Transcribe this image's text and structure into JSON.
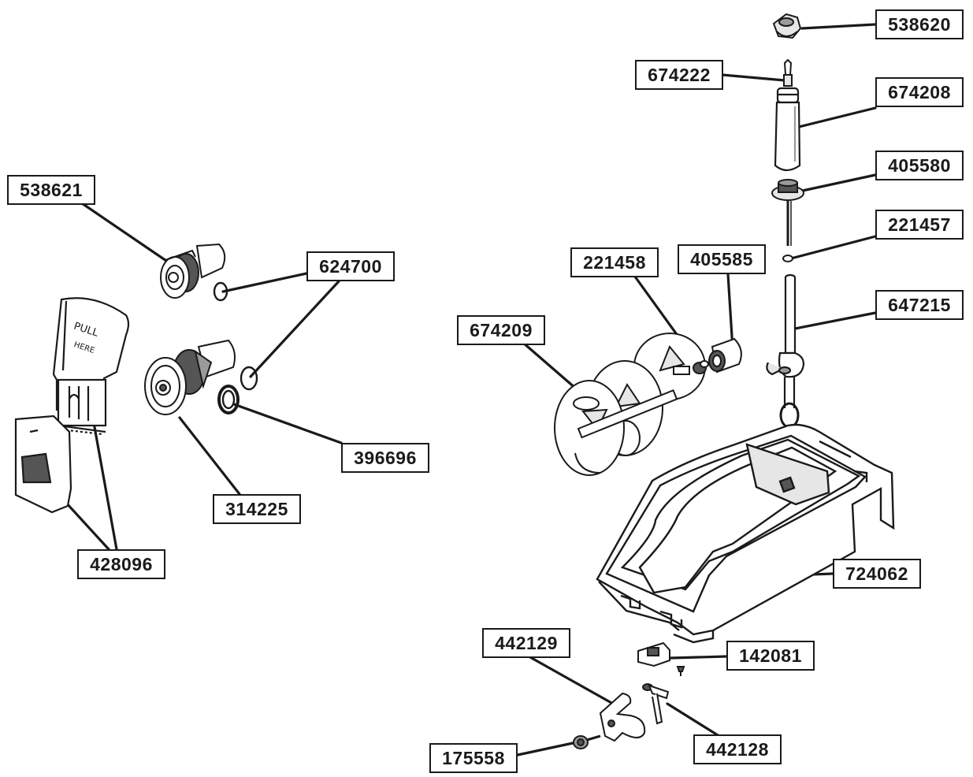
{
  "colors": {
    "ink": "#1a1a1a",
    "shade": "#9a9a9a",
    "light": "#d9d9d9",
    "paper": "#ffffff"
  },
  "parts": {
    "p538620": "538620",
    "p674222": "674222",
    "p674208": "674208",
    "p405580": "405580",
    "p221457": "221457",
    "p647215": "647215",
    "p405585": "405585",
    "p221458": "221458",
    "p674209": "674209",
    "p538621": "538621",
    "p624700": "624700",
    "p396696": "396696",
    "p314225": "314225",
    "p428096": "428096",
    "p724062": "724062",
    "p442129": "442129",
    "p142081": "142081",
    "p442128": "442128",
    "p175558": "175558"
  },
  "drawing_text": {
    "pull": "PULL",
    "here": "HERE"
  }
}
